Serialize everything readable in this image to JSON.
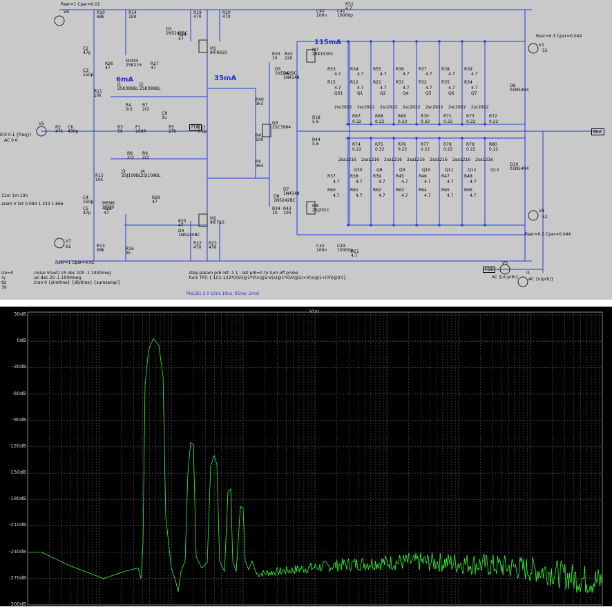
{
  "schematic": {
    "currents": {
      "vas": "6mA",
      "driver": "35mA",
      "output": "115mA"
    },
    "top_labels": {
      "rser_v6": "Rser=1 Cpar=0.01",
      "v1": "Rser=0.3 Cpar=0.044",
      "v4": "Rser=0.3 Cpar=0.044",
      "rser_v7": "Rser=1 Cpar=0.01"
    },
    "sources": {
      "v6": "V6",
      "v7": "V7",
      "v7_val": "61",
      "v5": "V5",
      "v5_val": "E(0 0.1 {freq})",
      "v5_ac": "AC 0 0",
      "v1": "V1",
      "v1_val": "52",
      "v4": "V4",
      "v4_val": "52",
      "v3": "V3",
      "v3_ac": "AC {u(-prb)}",
      "i1": "I1",
      "i1_ac": "AC {u(prb)}"
    },
    "fdb": "FDB",
    "out": "Out",
    "left_params": [
      "11m 1m 10n",
      "aram V list 0.094 1.333 1.666"
    ],
    "left_bottom": [
      "ize=0",
      "4/",
      "8z",
      "30"
    ],
    "directives": [
      ".noise V(out) V5 dec 100 .1 1000meg",
      ".ac dec 20 .1 1000meg",
      ".tran 0 {simtime} {dlytime} {sumsampl}"
    ],
    "step_param": ".step param prb list -1 1 ; set prb=0 to turn off probe",
    "func": ".func TP() {-1/(1-1/(2*(I(Vi)@1*V(x)@2-V(x)@1*I(Vi)@2)+V(x)@1+I(Vi)@2))}",
    "pulse": "PULSE(-2 0 10ns 10ns .05ms .1ms)",
    "components": [
      {
        "t": "R10",
        "v": "68k"
      },
      {
        "t": "R14",
        "v": "1k9"
      },
      {
        "t": "R19",
        "v": "470"
      },
      {
        "t": "R20",
        "v": "470"
      },
      {
        "t": "R24",
        "v": "47"
      },
      {
        "t": "D3",
        "v": "1N5245BC"
      },
      {
        "t": "M1",
        "v": "IRF9610"
      },
      {
        "t": "C2",
        "v": "47p"
      },
      {
        "t": "C3",
        "v": "150p"
      },
      {
        "t": "R26",
        "v": "47"
      },
      {
        "t": "R27",
        "v": "47"
      },
      {
        "t": "M3M4",
        "v": "2SK216"
      },
      {
        "t": "R11",
        "v": "10k"
      },
      {
        "t": "J1",
        "v": "2SK389BL"
      },
      {
        "t": "J2",
        "v": "2SK389BL"
      },
      {
        "t": "R4",
        "v": "2r2"
      },
      {
        "t": "R7",
        "v": "2r2"
      },
      {
        "t": "R3",
        "v": "56"
      },
      {
        "t": "P1",
        "v": "100R"
      },
      {
        "t": "C8",
        "v": "3u"
      },
      {
        "t": "R5",
        "v": "27k"
      },
      {
        "t": "C11",
        "v": "0.1p"
      },
      {
        "t": "C6",
        "v": "430p"
      },
      {
        "t": "R2",
        "v": "47k"
      },
      {
        "t": "R8",
        "v": "2r2"
      },
      {
        "t": "R9",
        "v": "2r2"
      },
      {
        "t": "J3",
        "v": "2SJ109BL"
      },
      {
        "t": "J4",
        "v": "2SJ109BL"
      },
      {
        "t": "R15",
        "v": "10k"
      },
      {
        "t": "C4",
        "v": "150p"
      },
      {
        "t": "C5",
        "v": "47p"
      },
      {
        "t": "R28",
        "v": "47"
      },
      {
        "t": "R29",
        "v": "47"
      },
      {
        "t": "M5M6",
        "v": "2SJ79"
      },
      {
        "t": "R25",
        "v": "47"
      },
      {
        "t": "M2",
        "v": "IRF710"
      },
      {
        "t": "D4",
        "v": "1N5245BC"
      },
      {
        "t": "R22",
        "v": "470"
      },
      {
        "t": "R23",
        "v": "470"
      },
      {
        "t": "R13",
        "v": "68k"
      },
      {
        "t": "R16",
        "v": "2k"
      },
      {
        "t": "C40",
        "v": "100n"
      },
      {
        "t": "C41",
        "v": "10000p"
      },
      {
        "t": "R52",
        "v": "4.7"
      },
      {
        "t": "R33",
        "v": "10"
      },
      {
        "t": "R42",
        "v": "220"
      },
      {
        "t": "M7",
        "v": "2SK1530C"
      },
      {
        "t": "D5",
        "v": "1N5242BC"
      },
      {
        "t": "D6",
        "v": "1N4148"
      },
      {
        "t": "R40",
        "v": "3k3"
      },
      {
        "t": "R41",
        "v": "100"
      },
      {
        "t": "Q3",
        "v": "2SC3964"
      },
      {
        "t": "P4",
        "v": "364"
      },
      {
        "t": "R18",
        "v": "5.6"
      },
      {
        "t": "R44",
        "v": "5.6"
      },
      {
        "t": "D7",
        "v": "1N4148"
      },
      {
        "t": "D8",
        "v": "1N5242BC"
      },
      {
        "t": "R34",
        "v": "10"
      },
      {
        "t": "R43",
        "v": "100"
      },
      {
        "t": "M8",
        "v": "2SJ201C"
      },
      {
        "t": "C42",
        "v": "100n"
      },
      {
        "t": "C43",
        "v": "10000p"
      },
      {
        "t": "R51",
        "v": "4.7"
      },
      {
        "t": "D9",
        "v": "01N5404"
      },
      {
        "t": "D10",
        "v": "01N5404"
      }
    ],
    "output_top": {
      "r_a": [
        "R53",
        "R34",
        "R55",
        "R36",
        "R37",
        "R38",
        "R39"
      ],
      "r_b": [
        "R15",
        "R12",
        "R21",
        "R31",
        "R32",
        "R35",
        "R34"
      ],
      "q": [
        "Q31",
        "Q1",
        "Q2",
        "Q4",
        "Q5",
        "Q6",
        "Q7"
      ],
      "r_e": [
        "R67",
        "R68",
        "R69",
        "R70",
        "R71",
        "R73",
        "R72"
      ],
      "val_a": "4.7",
      "val_e": "0.22",
      "part": "2sc2922"
    },
    "output_bot": {
      "r_e": [
        "R74",
        "R75",
        "R76",
        "R77",
        "R78",
        "R79",
        "R80"
      ],
      "q": [
        "Q30",
        "Q8",
        "Q9",
        "Q10",
        "Q11",
        "Q12",
        "Q13"
      ],
      "r_a": [
        "R37",
        "R38",
        "R39",
        "R45",
        "R46",
        "R47",
        "R48"
      ],
      "r_b": [
        "R60",
        "R61",
        "R62",
        "R63",
        "R64",
        "R65",
        "R66"
      ],
      "val_a": "4.7",
      "val_e": "0.22",
      "part": "2sa1216"
    }
  },
  "plot": {
    "title": "V(x)",
    "y_ticks": [
      "30dB",
      "0dB",
      "-30dB",
      "-60dB",
      "-90dB",
      "-120dB",
      "-150dB",
      "-180dB",
      "-210dB",
      "-240dB",
      "-270dB",
      "-300dB"
    ],
    "trace_color": "#32ff32",
    "grid_color": "#5a5a5a"
  }
}
